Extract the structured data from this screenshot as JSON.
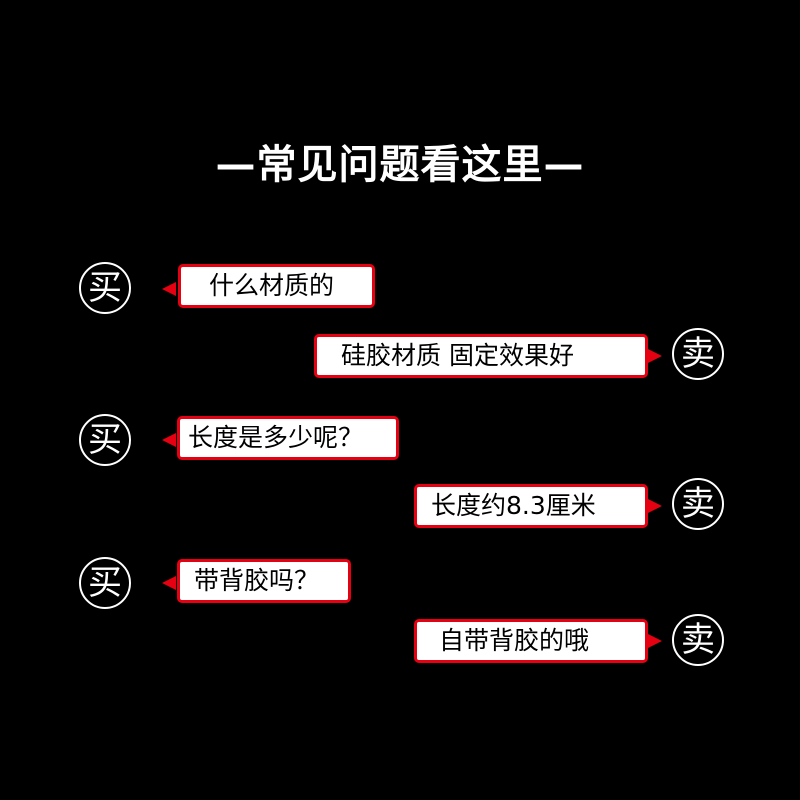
{
  "title": "—常见问题看这里—",
  "colors": {
    "background": "#000000",
    "bubble_border": "#e50012",
    "bubble_fill": "#ffffff",
    "badge": "#ffffff"
  },
  "qa": [
    {
      "buyer_badge": "买",
      "question": "什么材质的",
      "seller_badge": "卖",
      "answer": "硅胶材质 固定效果好"
    },
    {
      "buyer_badge": "买",
      "question": "长度是多少呢？",
      "seller_badge": "卖",
      "answer": "长度约8.3厘米"
    },
    {
      "buyer_badge": "买",
      "question": "带背胶吗？",
      "seller_badge": "卖",
      "answer": "自带背胶的哦"
    }
  ]
}
